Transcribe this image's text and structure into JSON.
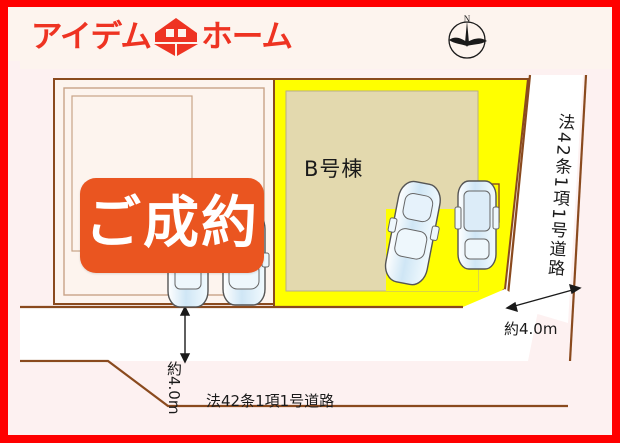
{
  "brand": {
    "name_left": "アイデム",
    "name_right": "ホーム",
    "logo_icon": "house-icon",
    "color": "#ee3322"
  },
  "compass": {
    "icon": "compass-north-icon",
    "north_label": "N"
  },
  "badge": {
    "label": "ご成約",
    "bg_color": "#ea5520",
    "text_color": "#ffffff"
  },
  "plots": [
    {
      "id": "plot-left",
      "label": "",
      "fill": "#fdf4ee",
      "building_fill": "#fdf4ee",
      "status": "ご成約"
    },
    {
      "id": "plot-b",
      "label": "B号棟",
      "fill": "#ffff00",
      "building_fill": "#e3d9ae"
    }
  ],
  "labels": {
    "building_b": "B号棟",
    "road_bottom": "法42条1項1号道路",
    "road_right": "法42条1項1号道路"
  },
  "dimensions": {
    "bottom_road_width": "約4.0m",
    "right_road_width": "約4.0m"
  },
  "cars": [
    {
      "id": "car-left-1",
      "orientation": "vertical"
    },
    {
      "id": "car-left-2",
      "orientation": "vertical"
    },
    {
      "id": "car-b-1",
      "orientation": "tilted"
    },
    {
      "id": "car-b-2",
      "orientation": "vertical"
    }
  ],
  "colors": {
    "frame_red": "#ff0000",
    "panel_pink": "#fdf1f1",
    "plot_yellow": "#ffff00",
    "building_khaki": "#e3d9ae",
    "line_brown": "#8a4a1e",
    "road_white": "#ffffff"
  }
}
